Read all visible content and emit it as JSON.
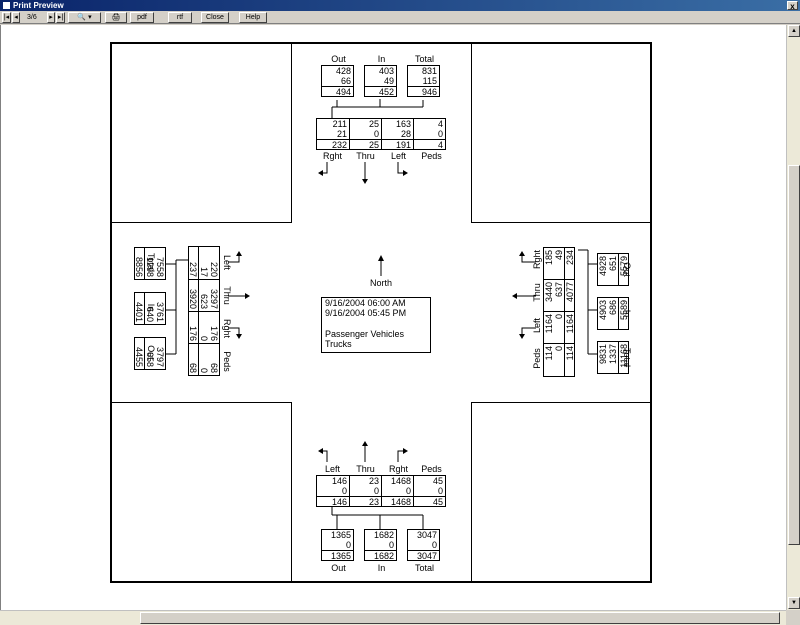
{
  "window": {
    "title": "Print Preview",
    "close_glyph": "x"
  },
  "toolbar": {
    "first": "|◂",
    "prev": "◂",
    "page_indicator": "3/6",
    "next": "▸",
    "last": "▸|",
    "zoom": "🔍 ▾",
    "print": "🖨",
    "pdf": "pdf",
    "rtf": "rtf",
    "close": "Close",
    "help": "Help"
  },
  "report": {
    "north_label": "North",
    "info": {
      "start": "9/16/2004 06:00 AM",
      "end": "9/16/2004 05:45 PM",
      "classes": [
        "Passenger Vehicles",
        "Trucks"
      ]
    },
    "north": {
      "summary_headers": [
        "Out",
        "In",
        "Total"
      ],
      "summary": {
        "out": [
          "428",
          "66",
          "494"
        ],
        "in": [
          "403",
          "49",
          "452"
        ],
        "total": [
          "831",
          "115",
          "946"
        ]
      },
      "movement_headers": [
        "Rght",
        "Thru",
        "Left",
        "Peds"
      ],
      "movements": {
        "rght": [
          "211",
          "21",
          "232"
        ],
        "thru": [
          "25",
          "0",
          "25"
        ],
        "left": [
          "163",
          "28",
          "191"
        ],
        "peds": [
          "4",
          "0",
          "4"
        ]
      }
    },
    "south": {
      "summary_headers": [
        "Out",
        "In",
        "Total"
      ],
      "summary": {
        "out": [
          "1365",
          "0",
          "1365"
        ],
        "in": [
          "1682",
          "0",
          "1682"
        ],
        "total": [
          "3047",
          "0",
          "3047"
        ]
      },
      "movement_headers": [
        "Left",
        "Thru",
        "Rght",
        "Peds"
      ],
      "movements": {
        "left": [
          "146",
          "0",
          "146"
        ],
        "thru": [
          "23",
          "0",
          "23"
        ],
        "rght": [
          "1468",
          "0",
          "1468"
        ],
        "peds": [
          "45",
          "0",
          "45"
        ]
      }
    },
    "west": {
      "summary_headers": [
        "Total",
        "In",
        "Out"
      ],
      "summary": {
        "total": [
          "7558",
          "1298",
          "8856"
        ],
        "in": [
          "3761",
          "640",
          "4401"
        ],
        "out": [
          "3797",
          "658",
          "4455"
        ]
      },
      "movement_headers": [
        "Left",
        "Thru",
        "Rght",
        "Peds"
      ],
      "movements": {
        "left": [
          "220",
          "17",
          "237"
        ],
        "thru": [
          "3297",
          "623",
          "3920"
        ],
        "rght": [
          "176",
          "0",
          "176"
        ],
        "peds": [
          "68",
          "0",
          "68"
        ]
      }
    },
    "east": {
      "summary_headers": [
        "Out",
        "In",
        "Total"
      ],
      "summary": {
        "out": [
          "4928",
          "651",
          "5579"
        ],
        "in": [
          "4903",
          "686",
          "5589"
        ],
        "total": [
          "9831",
          "1337",
          "11168"
        ]
      },
      "movement_headers": [
        "Rght",
        "Thru",
        "Left",
        "Peds"
      ],
      "movements": {
        "rght": [
          "185",
          "49",
          "234"
        ],
        "thru": [
          "3440",
          "637",
          "4077"
        ],
        "left": [
          "1164",
          "0",
          "1164"
        ],
        "peds": [
          "114",
          "0",
          "114"
        ]
      }
    }
  }
}
